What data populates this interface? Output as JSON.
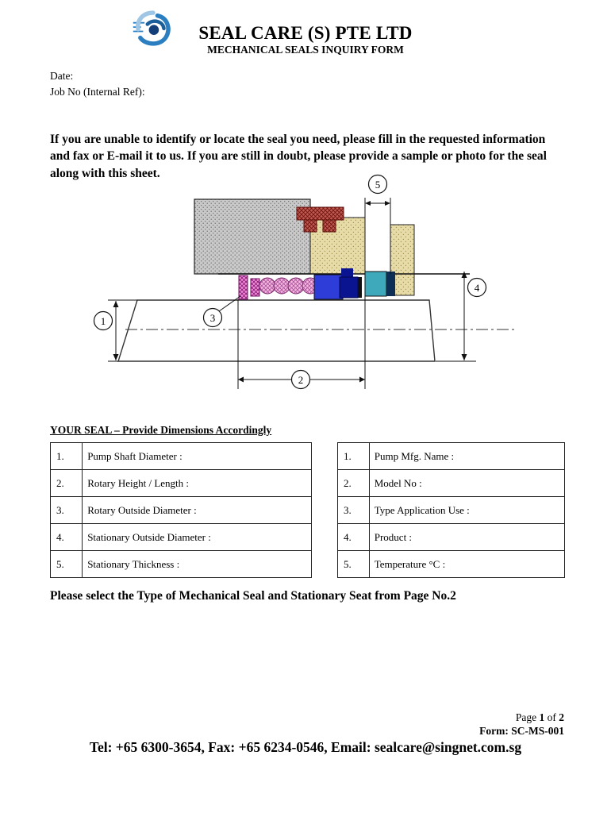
{
  "header": {
    "company_name": "SEAL CARE (S) PTE LTD",
    "form_title": "MECHANICAL SEALS INQUIRY FORM",
    "logo_icon": "seal-care-swirl"
  },
  "fields": {
    "date_label": "Date:",
    "job_no_label": "Job No (Internal Ref):"
  },
  "intro_text": "If you are unable to identify or locate the seal you need, please fill in the requested information and fax or E-mail it to us. If you are still in doubt, please provide a sample or photo for the seal along with this sheet.",
  "diagram": {
    "callouts": [
      "1",
      "2",
      "3",
      "4",
      "5"
    ]
  },
  "section_heading": "YOUR SEAL – Provide Dimensions Accordingly",
  "dimensions_table": {
    "rows": [
      {
        "no": "1.",
        "label": "Pump Shaft Diameter :"
      },
      {
        "no": "2.",
        "label": "Rotary Height / Length :"
      },
      {
        "no": "3.",
        "label": "Rotary Outside Diameter :"
      },
      {
        "no": "4.",
        "label": "Stationary Outside Diameter :"
      },
      {
        "no": "5.",
        "label": "Stationary Thickness :"
      }
    ]
  },
  "details_table": {
    "rows": [
      {
        "no": "1.",
        "label": "Pump Mfg. Name :"
      },
      {
        "no": "2.",
        "label": "Model No :"
      },
      {
        "no": "3.",
        "label": "Type Application Use :"
      },
      {
        "no": "4.",
        "label": "Product :"
      },
      {
        "no": "5.",
        "label": "Temperature °C :"
      }
    ]
  },
  "note_text": "Please select the Type of Mechanical Seal and Stationary Seat from Page No.2",
  "footer": {
    "page_word": "Page ",
    "page_number": "1",
    "of_word": " of ",
    "page_total": "2",
    "form_code": "Form: SC-MS-001",
    "contact_line": "Tel: +65 6300-3654, Fax: +65 6234-0546, Email: sealcare@singnet.com.sg"
  },
  "colors": {
    "logo_blue": "#2b7fc0",
    "diagram_gray": "#c9c9c9",
    "diagram_tan": "#e7dca8",
    "diagram_red": "#c25b52",
    "diagram_magenta": "#ef8fd8",
    "diagram_blue": "#2e3cd8",
    "diagram_navy": "#0a1390",
    "diagram_teal": "#3fa9bc"
  }
}
